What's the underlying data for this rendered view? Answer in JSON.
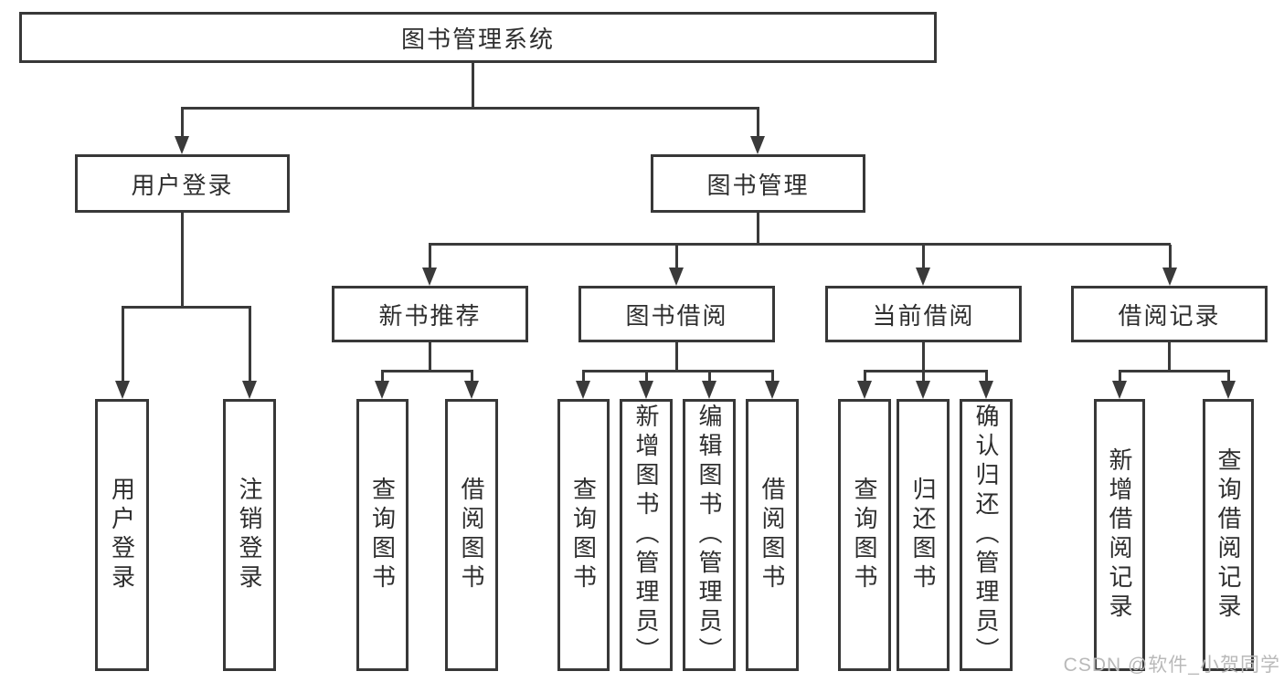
{
  "diagram_type": "hierarchy-tree",
  "colors": {
    "background": "#ffffff",
    "line": "#3a3a3a",
    "box_border": "#383838",
    "text": "#2e2e2e",
    "watermark": "#b9b9b9"
  },
  "tree": {
    "label": "图书管理系统",
    "children": [
      {
        "label": "用户登录",
        "children": [
          {
            "label": "用户登录"
          },
          {
            "label": "注销登录"
          }
        ]
      },
      {
        "label": "图书管理",
        "children": [
          {
            "label": "新书推荐",
            "children": [
              {
                "label": "查询图书"
              },
              {
                "label": "借阅图书"
              }
            ]
          },
          {
            "label": "图书借阅",
            "children": [
              {
                "label": "查询图书"
              },
              {
                "label": "新增图书（管理员）"
              },
              {
                "label": "编辑图书（管理员）"
              },
              {
                "label": "借阅图书"
              }
            ]
          },
          {
            "label": "当前借阅",
            "children": [
              {
                "label": "查询图书"
              },
              {
                "label": "归还图书"
              },
              {
                "label": "确认归还（管理员）"
              }
            ]
          },
          {
            "label": "借阅记录",
            "children": [
              {
                "label": "新增借阅记录"
              },
              {
                "label": "查询借阅记录"
              }
            ]
          }
        ]
      }
    ]
  },
  "watermark": {
    "text": "CSDN @软件_小贺同学"
  }
}
